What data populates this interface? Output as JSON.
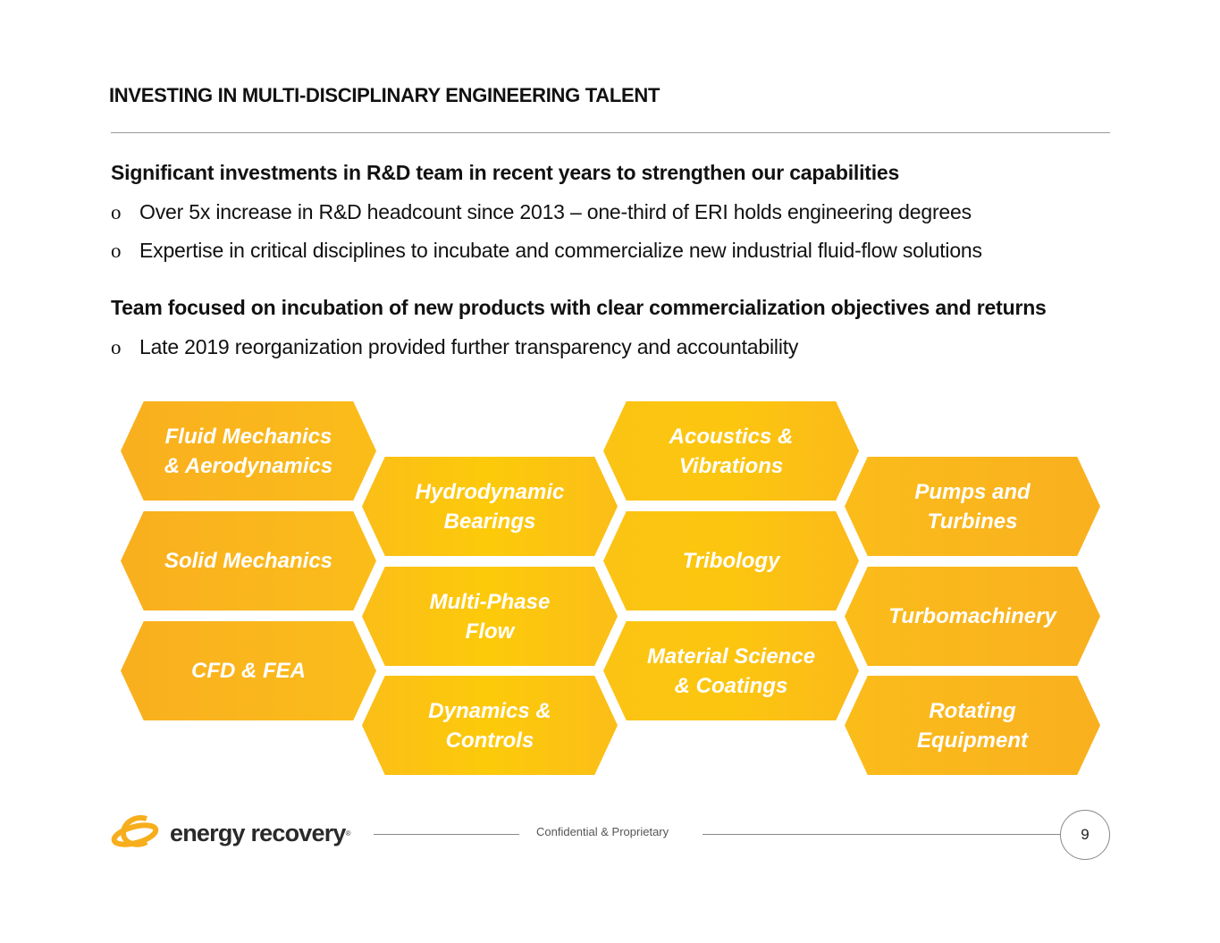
{
  "title": "INVESTING IN MULTI-DISCIPLINARY ENGINEERING TALENT",
  "sections": [
    {
      "heading": "Significant investments in R&D team in recent years to strengthen our capabilities",
      "bullets": [
        "Over 5x increase in R&D headcount since 2013 – one-third of ERI holds engineering degrees",
        "Expertise in critical disciplines to incubate and commercialize new industrial fluid-flow solutions"
      ]
    },
    {
      "heading": "Team focused on incubation of new products with clear commercialization objectives and returns",
      "bullets": [
        "Late 2019 reorganization provided further transparency and accountability"
      ]
    }
  ],
  "bullet_marker": "o",
  "disciplines": [
    "Fluid Mechanics\n& Aerodynamics",
    "Solid Mechanics",
    "CFD & FEA",
    "Hydrodynamic\nBearings",
    "Multi-Phase\nFlow",
    "Dynamics &\nControls",
    "Acoustics &\nVibrations",
    "Tribology",
    "Material Science\n& Coatings",
    "Pumps and\nTurbines",
    "Turbomachinery",
    "Rotating\nEquipment"
  ],
  "footer": {
    "logo_text": "energy recovery",
    "confidential": "Confidential & Proprietary",
    "page_number": "9"
  },
  "colors": {
    "accent": "#FBB51E",
    "accent_light": "#FDCA0A"
  }
}
